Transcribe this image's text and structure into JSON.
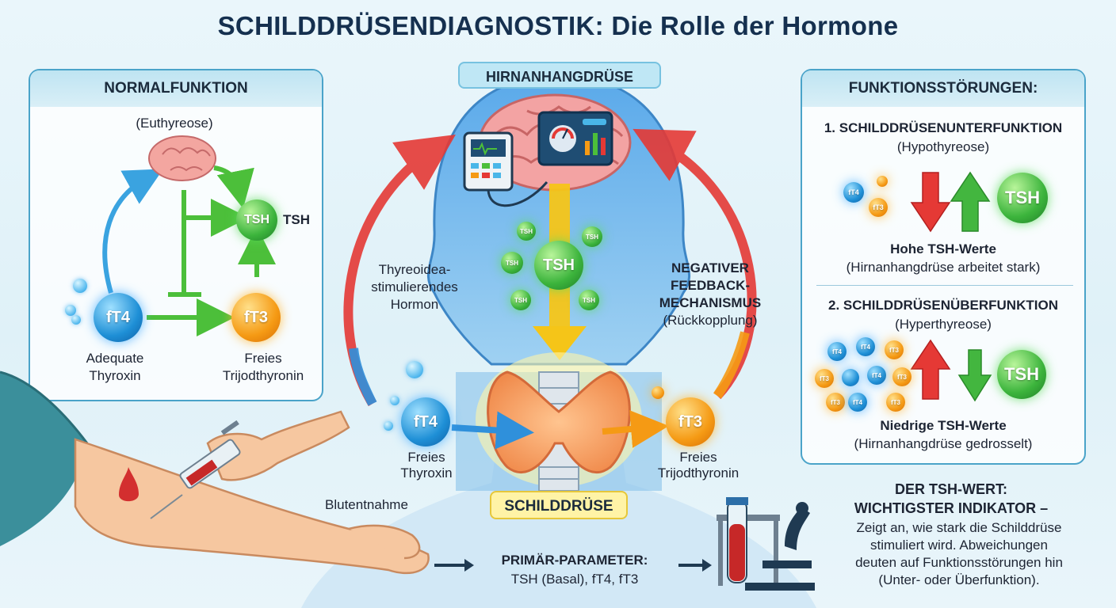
{
  "title": "SCHILDDRÜSENDIAGNOSTIK: Die Rolle der Hormone",
  "normal": {
    "heading": "NORMALFUNKTION",
    "subtitle": "(Euthyreose)",
    "tsh_label": "TSH",
    "ft4_caption_1": "Adequate",
    "ft4_caption_2": "Thyroxin",
    "ft3_caption_1": "Freies",
    "ft3_caption_2": "Trijodthyronin"
  },
  "hormones": {
    "ft4": "fT4",
    "ft3": "fT3",
    "tsh": "TSH"
  },
  "center": {
    "pituitary_label": "HIRNANHANGDRÜSE",
    "thyroid_label": "SCHILDDRÜSE",
    "tsh_desc_1": "Thyreoidea-",
    "tsh_desc_2": "stimulierendes",
    "tsh_desc_3": "Hormon",
    "feedback_1": "NEGATIVER",
    "feedback_2": "FEEDBACK-",
    "feedback_3": "MECHANISMUS",
    "feedback_4": "(Rückkopplung)",
    "ft4_cap_1": "Freies",
    "ft4_cap_2": "Thyroxin",
    "ft3_cap_1": "Freies",
    "ft3_cap_2": "Trijodthyronin"
  },
  "disorders": {
    "heading": "FUNKTIONSSTÖRUNGEN:",
    "hypo_title": "1. SCHILDDRÜSENUNTERFUNKTION",
    "hypo_sub": "(Hypothyreose)",
    "hypo_value": "Hohe TSH-Werte",
    "hypo_note": "(Hirnanhangdrüse arbeitet stark)",
    "hyper_title": "2. SCHILDDRÜSENÜBERFUNKTION",
    "hyper_sub": "(Hyperthyreose)",
    "hyper_value": "Niedrige TSH-Werte",
    "hyper_note": "(Hirnanhangdrüse gedrosselt)"
  },
  "bottom": {
    "blood_label": "Blutentnahme",
    "primary_heading": "PRIMÄR-PARAMETER:",
    "primary_values": "TSH (Basal), fT4, fT3",
    "indicator_1": "DER TSH-WERT:",
    "indicator_2": "WICHTIGSTER INDIKATOR –",
    "indicator_body_1": "Zeigt an, wie stark die Schilddrüse",
    "indicator_body_2": "stimuliert wird. Abweichungen",
    "indicator_body_3": "deuten auf Funktionsstörungen hin",
    "indicator_body_4": "(Unter- oder Überfunktion)."
  },
  "colors": {
    "ft4": "#1e8fd6",
    "ft3": "#f59a14",
    "tsh": "#3cb43c",
    "arrow_up": "#e53935",
    "arrow_down_yellow": "#f5c518",
    "panel_border": "#4aa3c9"
  }
}
